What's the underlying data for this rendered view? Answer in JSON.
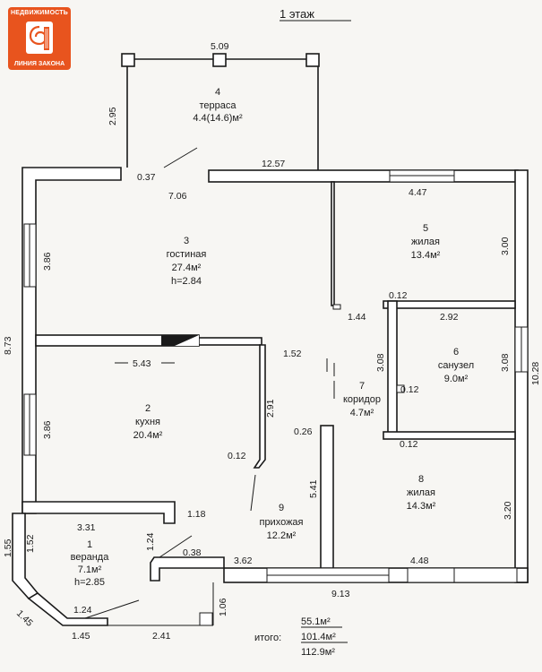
{
  "title": "1 этаж",
  "logo": {
    "top_text": "НЕДВИЖИМОСТЬ",
    "bottom_text": "ЛИНИЯ ЗАКОНА"
  },
  "rooms": [
    {
      "num": "4",
      "name": "терраса",
      "area": "4.4(14.6)м²",
      "height": ""
    },
    {
      "num": "3",
      "name": "гостиная",
      "area": "27.4м²",
      "height": "h=2.84"
    },
    {
      "num": "5",
      "name": "жилая",
      "area": "13.4м²",
      "height": ""
    },
    {
      "num": "6",
      "name": "санузел",
      "area": "9.0м²",
      "height": ""
    },
    {
      "num": "7",
      "name": "коридор",
      "area": "4.7м²",
      "height": ""
    },
    {
      "num": "2",
      "name": "кухня",
      "area": "20.4м²",
      "height": ""
    },
    {
      "num": "8",
      "name": "жилая",
      "area": "14.3м²",
      "height": ""
    },
    {
      "num": "9",
      "name": "прихожая",
      "area": "12.2м²",
      "height": ""
    },
    {
      "num": "1",
      "name": "веранда",
      "area": "7.1м²",
      "height": "h=2.85"
    }
  ],
  "dimensions": [
    "5.09",
    "2.95",
    "0.37",
    "7.06",
    "12.57",
    "4.47",
    "3.86",
    "8.73",
    "3.00",
    "0.12",
    "1.44",
    "2.92",
    "1.52",
    "5.43",
    "3.08",
    "3.08",
    "10.28",
    "0.12",
    "2.91",
    "3.86",
    "0.26",
    "0.12",
    "0.12",
    "5.41",
    "3.20",
    "3.31",
    "1.18",
    "1.55",
    "1.52",
    "1.24",
    "0.38",
    "3.62",
    "4.48",
    "9.13",
    "1.06",
    "1.45",
    "1.24",
    "1.45",
    "2.41"
  ],
  "totals": {
    "label": "итого:",
    "values": [
      "55.1м²",
      "101.4м²",
      "112.9м²"
    ]
  }
}
